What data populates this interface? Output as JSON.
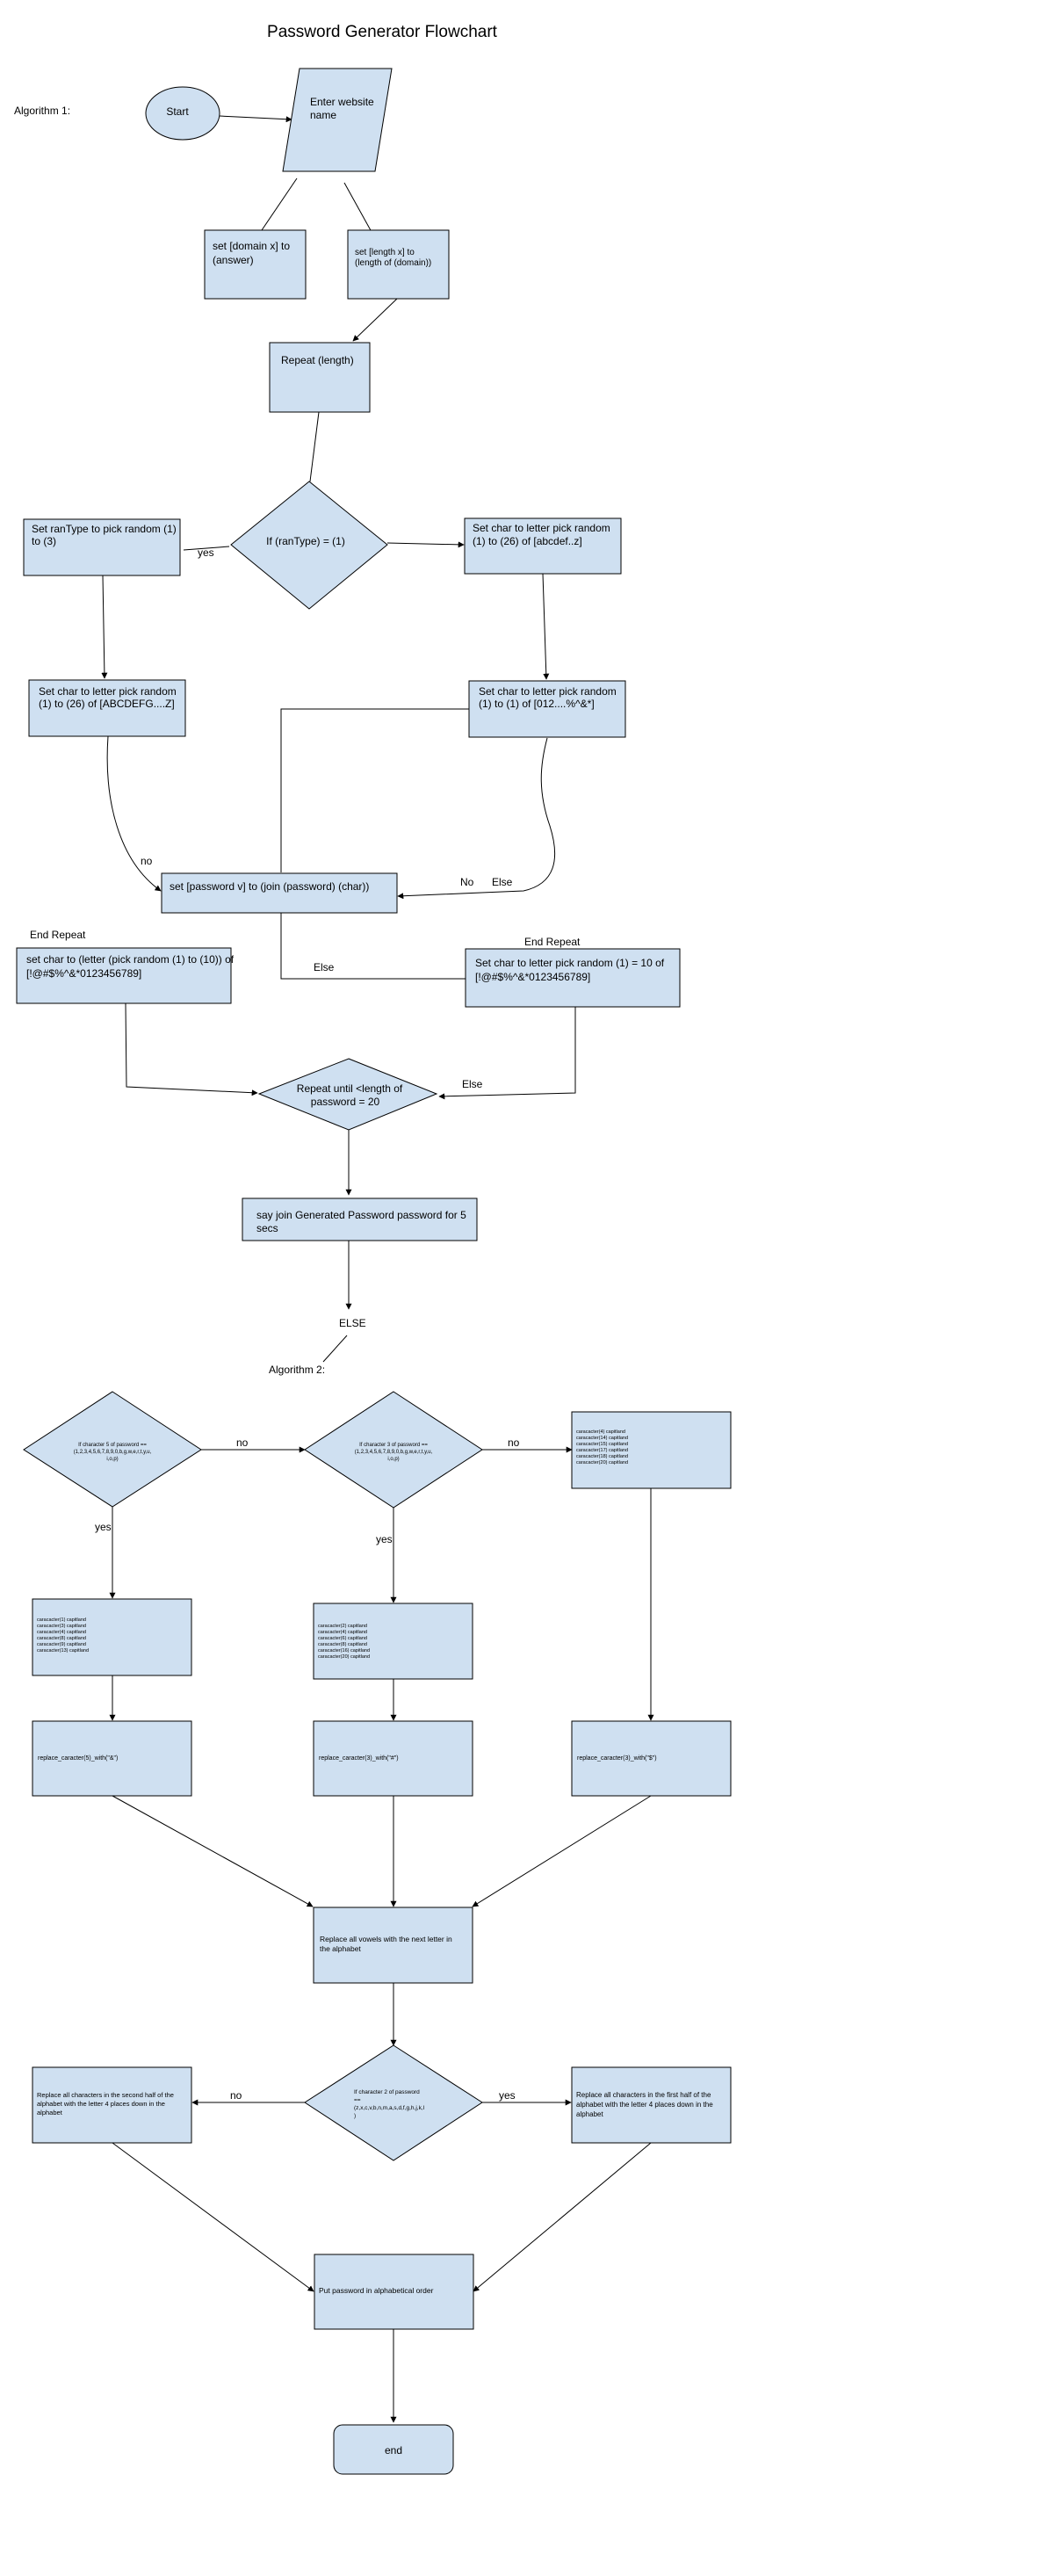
{
  "title": "Password Generator Flowchart",
  "algorithm1_label": "Algorithm 1:",
  "algorithm2_label": "Algorithm 2:",
  "colors": {
    "shape_fill": "#cfe0f1",
    "stroke": "#000000",
    "background": "#ffffff"
  },
  "alg1": {
    "start": "Start",
    "enter_website": [
      "Enter website",
      "name"
    ],
    "set_domain": [
      "set [domain x] to",
      "(answer)"
    ],
    "set_length": [
      "set [length x] to",
      "(length of (domain))"
    ],
    "repeat_length": "Repeat (length)",
    "if_rantype": "If (ranType) = (1)",
    "set_rantype": [
      "Set ranType to pick random (1)",
      "to (3)"
    ],
    "set_char_lower": [
      "Set char to letter pick random",
      "(1) to (26) of [abcdef..z]"
    ],
    "set_char_upper": [
      "Set char to letter pick random",
      "(1) to (26) of [ABCDEFG....Z]"
    ],
    "set_char_symbols": [
      "Set char to letter pick random",
      "(1) to (1) of [012....%^&*]"
    ],
    "set_password": "set [password v] to (join (password) (char))",
    "end_repeat_left": "End Repeat",
    "end_repeat_right": "End Repeat",
    "set_char_left": [
      "set char to (letter (pick random (1) to (10)) of",
      "[!@#$%^&*0123456789]"
    ],
    "set_char_right": [
      "Set char to letter pick random (1) = 10 of",
      "[!@#$%^&*0123456789]"
    ],
    "repeat_until": [
      "Repeat until <length of",
      "password = 20"
    ],
    "say_join": [
      "say join Generated Password password for 5",
      "secs"
    ],
    "else_final": "ELSE",
    "lbl_yes": "yes",
    "lbl_no": "no",
    "lbl_no2": "No",
    "lbl_else1": "Else",
    "lbl_else2": "Else",
    "lbl_else3": "Else"
  },
  "alg2": {
    "diamond1": [
      "If character 5 of password ==",
      "(1,2,3,4,5,6,7,8,9,0,b,g,w,e,r,t,y,u,",
      "i,o,p)"
    ],
    "diamond2": [
      "If character 3 of password ==",
      "(1,2,3,4,5,6,7,8,9,0,b,g,w,e,r,t,y,u,",
      "i,o,p)"
    ],
    "box_top_right": [
      "caracacter(4) capitland",
      "caracacter(14) capitland",
      "caracacter(15) capitland",
      "caracacter(17) capitland",
      "caracacter(18) capitland",
      "caracacter(20) capitland"
    ],
    "box_left_caps": [
      "caracacter(1) capitland",
      "caracacter(3) capitland",
      "caracacter(4) capitland",
      "caracacter(8) capitland",
      "caracacter(9) capitland",
      "caracacter(13) capitland"
    ],
    "box_mid_caps": [
      "caracacter(2) capitland",
      "caracacter(4) capitland",
      "caracacter(6) capitland",
      "caracacter(8) capitland",
      "caracacter(16) capitland",
      "caracacter(20) capitland"
    ],
    "replace_left": "replace_caracter(5)_with(\"&\")",
    "replace_mid": "replace_caracter(3)_with(\"#\")",
    "replace_right": "replace_caracter(3)_with(\"$\")",
    "replace_vowels": [
      "Replace all vowels with the next letter in",
      "the alphabet"
    ],
    "diamond3": [
      "If character 2 of password",
      "==",
      "(z,x,c,v,b,n,m,a,s,d,f,g,h,j,k,l",
      ")"
    ],
    "replace_second_half": [
      "Replace all characters in the second half of the",
      "alphabet with the letter 4 places down in the",
      "alphabet"
    ],
    "replace_first_half": [
      "Replace all characters in the first half of the",
      "alphabet with the letter 4 places down in the",
      "alphabet"
    ],
    "alphabetical": "Put password in alphabetical order",
    "end": "end",
    "lbl_yes1": "yes",
    "lbl_yes2": "yes",
    "lbl_yes3": "yes",
    "lbl_no1": "no",
    "lbl_no2": "no",
    "lbl_no3": "no"
  }
}
